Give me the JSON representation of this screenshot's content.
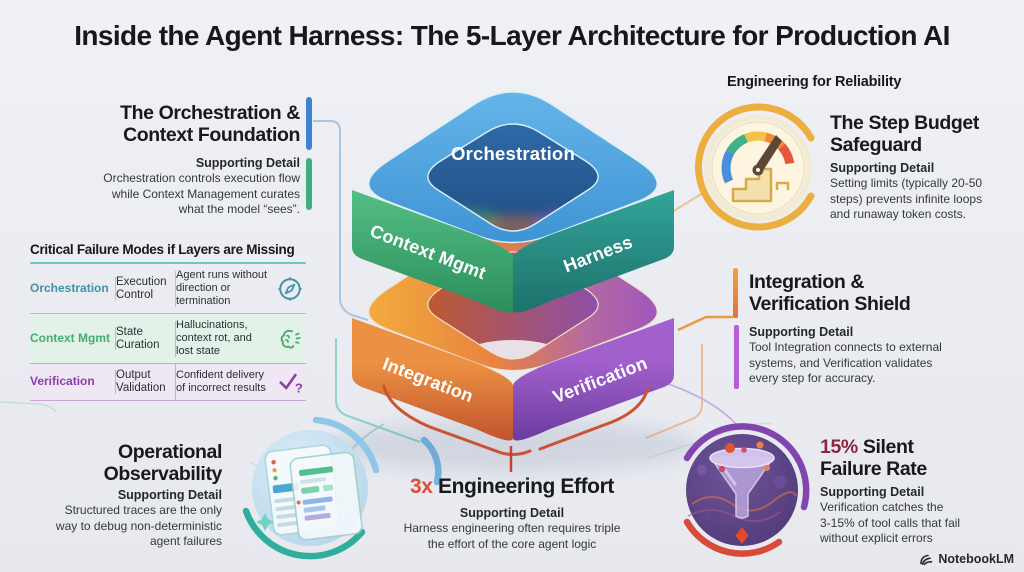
{
  "title": "Inside the Agent Harness: The 5-Layer Architecture for Production AI",
  "brand": {
    "name": "NotebookLM"
  },
  "colors": {
    "background": "#eceef3",
    "blue_bar": "#3b82d4",
    "green_bar": "#3fae7c",
    "orange_bar": "#ec923f",
    "purple_bar": "#b55fd6",
    "stat_maroon": "#8e2342",
    "stat_red": "#d9503c",
    "orchestration_accent": "#3f93a8",
    "context_accent": "#44ad6f",
    "verification_accent": "#8d3fa8"
  },
  "diagram": {
    "layers": {
      "orchestration": "Orchestration",
      "context_mgmt": "Context Mgmt",
      "harness": "Harness",
      "integration": "Integration",
      "verification": "Verification"
    }
  },
  "callouts": {
    "foundation": {
      "heading1": "The Orchestration &",
      "heading2": "Context Foundation",
      "label": "Supporting Detail",
      "body1": "Orchestration controls execution flow",
      "body2": "while Context Management curates",
      "body3": "what the model “sees”."
    },
    "reliability_eyebrow": "Engineering for Reliability",
    "step_budget": {
      "heading1": "The Step Budget",
      "heading2": "Safeguard",
      "label": "Supporting Detail",
      "body1": "Setting limits (typically 20-50",
      "body2": "steps) prevents infinite loops",
      "body3": "and runaway token costs."
    },
    "shield": {
      "heading1": "Integration &",
      "heading2": "Verification Shield",
      "label": "Supporting Detail",
      "body1": "Tool Integration connects to external",
      "body2": "systems, and Verification validates",
      "body3": "every step for accuracy."
    },
    "observability": {
      "heading1": "Operational",
      "heading2": "Observability",
      "label": "Supporting Detail",
      "body1": "Structured traces are the only",
      "body2": "way to debug non-deterministic",
      "body3": "agent failures"
    },
    "silent_failure": {
      "stat": "15%",
      "heading1_rest": " Silent",
      "heading2": "Failure Rate",
      "label": "Supporting Detail",
      "body1": "Verification catches the",
      "body2": "3-15% of tool calls that fail",
      "body3": "without explicit errors"
    },
    "effort": {
      "stat": "3x",
      "heading_rest": " Engineering Effort",
      "label": "Supporting Detail",
      "body1": "Harness engineering often requires triple",
      "body2": "the effort of the core agent logic"
    }
  },
  "failure_table": {
    "title": "Critical Failure Modes if Layers are Missing",
    "rows": [
      {
        "layer": "Orchestration",
        "mode": "Execution Control",
        "consequence": "Agent runs without direction or termination",
        "icon": "compass-icon"
      },
      {
        "layer": "Context Mgmt",
        "mode": "State Curation",
        "consequence": "Hallucinations, context rot, and lost state",
        "icon": "brain-icon"
      },
      {
        "layer": "Verification",
        "mode": "Output Validation",
        "consequence": "Confident delivery of incorrect results",
        "icon": "check-question-icon"
      }
    ]
  }
}
